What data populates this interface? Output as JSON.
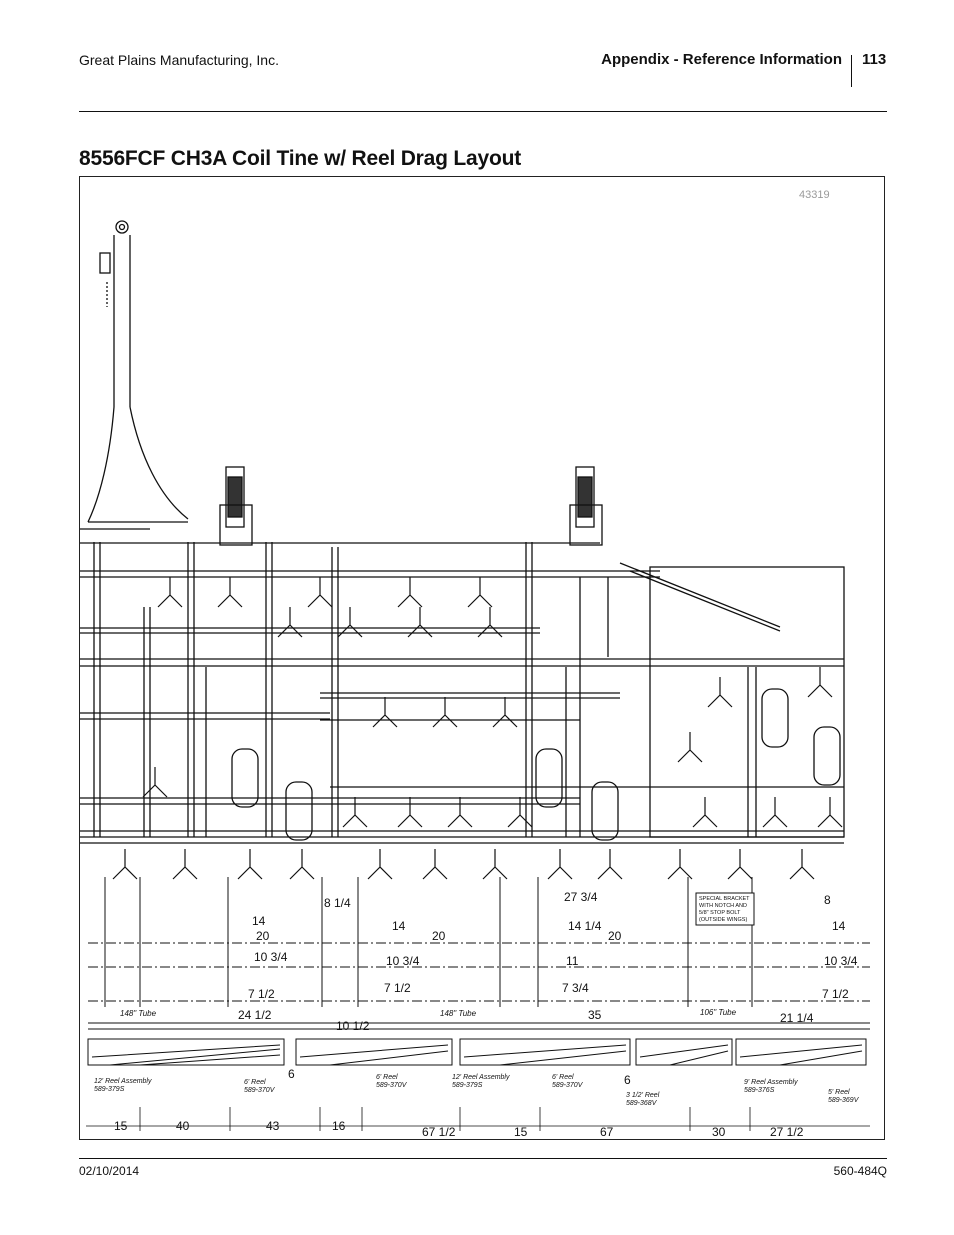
{
  "header": {
    "company": "Great Plains Manufacturing, Inc.",
    "section": "Appendix - Reference Information",
    "page_number": "113"
  },
  "title": "8556FCF CH3A Coil Tine w/ Reel Drag Layout",
  "figure": {
    "figure_id": "43319",
    "dimension_labels": {
      "d8_1_4": "8 1/4",
      "d27_3_4": "27 3/4",
      "d8": "8",
      "d14_a": "14",
      "d14_b": "14",
      "d14_1_4": "14 1/4",
      "d14_c": "14",
      "d20_a": "20",
      "d20_b": "20",
      "d20_c": "20",
      "d10_3_4_a": "10 3/4",
      "d10_3_4_b": "10 3/4",
      "d10_3_4_c": "10 3/4",
      "d11": "11",
      "d7_1_2_a": "7 1/2",
      "d7_1_2_b": "7 1/2",
      "d7_3_4": "7 3/4",
      "d7_1_2_c": "7 1/2",
      "d24_1_2": "24 1/2",
      "d10_1_2": "10 1/2",
      "d35": "35",
      "d21_1_4": "21 1/4",
      "d6_a": "6",
      "d6_b": "6"
    },
    "tube_labels": {
      "tube_148_a": "148\" Tube",
      "tube_148_b": "148\" Tube",
      "tube_106": "106\" Tube"
    },
    "bracket_note": [
      "SPECIAL BRACKET",
      "WITH NOTCH AND",
      "5/8\" STOP BOLT",
      "(OUTSIDE WINGS)"
    ],
    "reels": [
      {
        "name": "12' Reel Assembly",
        "part": "589-379S"
      },
      {
        "name": "6' Reel",
        "part": "589-370V"
      },
      {
        "name": "6' Reel",
        "part": "589-370V"
      },
      {
        "name": "12' Reel Assembly",
        "part": "589-379S"
      },
      {
        "name": "6' Reel",
        "part": "589-370V"
      },
      {
        "name": "3 1/2' Reel",
        "part": "589-368V"
      },
      {
        "name": "9' Reel Assembly",
        "part": "589-376S"
      },
      {
        "name": "5' Reel",
        "part": "589-369V"
      }
    ],
    "bottom_dims": [
      "15",
      "40",
      "43",
      "16",
      "67 1/2",
      "15",
      "67",
      "30",
      "27 1/2"
    ]
  },
  "footer": {
    "date": "02/10/2014",
    "doc_number": "560-484Q"
  }
}
